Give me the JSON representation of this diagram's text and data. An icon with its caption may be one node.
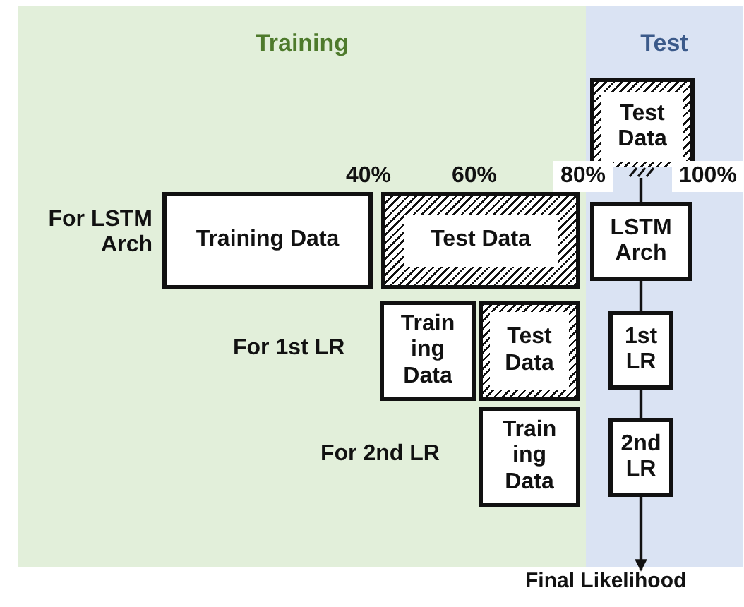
{
  "diagram": {
    "nodes": [
      {
        "text": [
          "Training"
        ]
      },
      {
        "text": [
          "Test"
        ]
      },
      {
        "text": [
          "Training Data"
        ],
        "in": 0
      },
      {
        "text": [
          "Test Data"
        ],
        "in": 0
      },
      {
        "text": [
          "Train ing Data"
        ],
        "in": 0
      },
      {
        "text": [
          "Test Data"
        ],
        "in": 0
      },
      {
        "text": [
          "Train ing Data"
        ],
        "in": 0
      },
      {
        "text": [
          "Test Data"
        ],
        "in": 1
      },
      {
        "text": [
          "LSTM Arch"
        ],
        "in": 1
      },
      {
        "text": [
          "1st LR"
        ],
        "in": 1
      },
      {
        "text": [
          "2nd LR"
        ],
        "in": 1
      },
      {
        "text": [
          "Final Likelihood"
        ]
      }
    ],
    "edges": [
      {
        "from": 7,
        "to": 8,
        "arrow": "none"
      },
      {
        "from": 8,
        "to": 9,
        "arrow": "none"
      },
      {
        "from": 9,
        "to": 10,
        "arrow": "none"
      },
      {
        "from": 10,
        "to": 11,
        "arrow": "to"
      }
    ],
    "labels": [
      "40%",
      "60%",
      "80%",
      "100%",
      "For LSTM Arch",
      "For 1st LR",
      "For 2nd LR"
    ]
  }
}
